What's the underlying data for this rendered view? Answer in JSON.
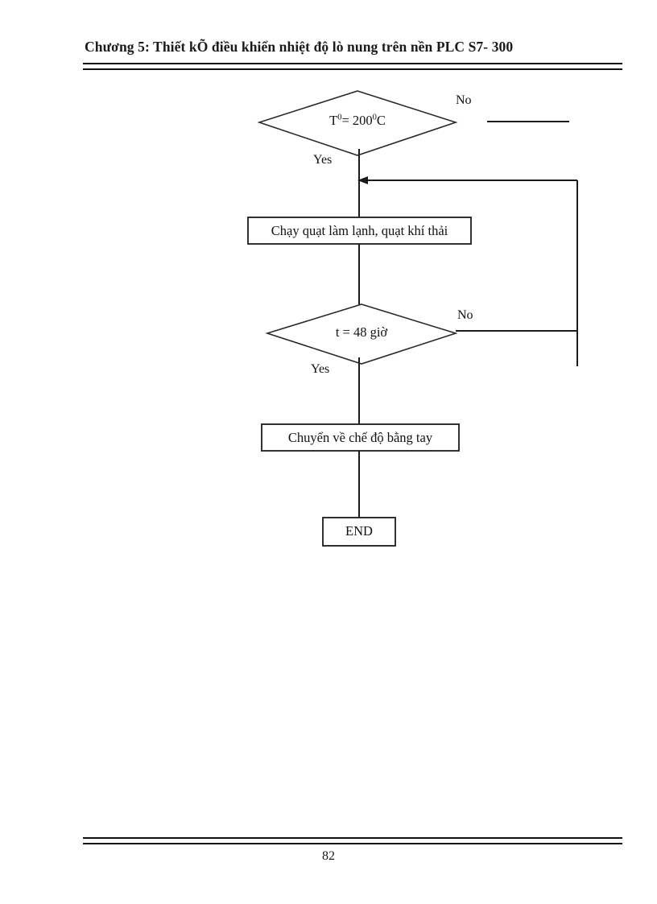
{
  "page": {
    "header_title": "Chương 5: Thiết kÕ điều khiển nhiệt độ lò nung trên nền PLC S7- 300",
    "page_number": "82",
    "background_color": "#ffffff",
    "ink_color": "#111111"
  },
  "flowchart": {
    "title": "Furnace temperature control flowchart (continued)",
    "nodes": {
      "decision_temp": {
        "type": "decision",
        "text_main": "T",
        "text_sup1": "0",
        "text_mid": "= 200",
        "text_sup2": "0",
        "text_end": "C",
        "full_text": "T0= 2000C"
      },
      "process_cool": {
        "type": "process",
        "label": "Chạy quạt làm lạnh, quạt khí thải"
      },
      "decision_time": {
        "type": "decision",
        "label": "t = 48 giờ"
      },
      "process_manual": {
        "type": "process",
        "label": "Chuyển về chế độ bằng tay"
      },
      "end": {
        "type": "terminator",
        "label": "END"
      }
    },
    "branch_labels": {
      "yes_temp": "Yes",
      "no_temp": "No",
      "yes_time": "Yes",
      "no_time": "No"
    }
  }
}
